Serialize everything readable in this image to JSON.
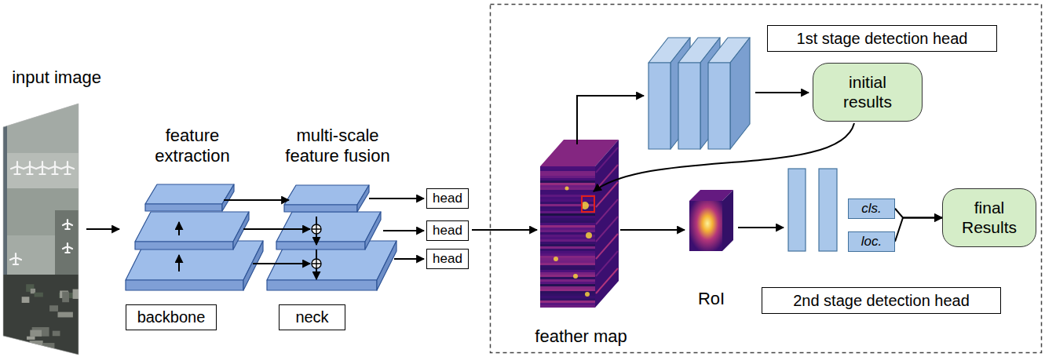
{
  "diagram": {
    "nodes": [
      {
        "text": [
          "backbone"
        ]
      },
      {
        "text": [
          "neck"
        ]
      },
      {
        "text": [
          "head"
        ]
      },
      {
        "text": [
          "head"
        ]
      },
      {
        "text": [
          "head"
        ]
      },
      {
        "text": [
          "1st stage detection head"
        ]
      },
      {
        "text": [
          "initial results"
        ]
      },
      {
        "text": [
          "cls."
        ]
      },
      {
        "text": [
          "loc."
        ]
      },
      {
        "text": [
          "final Results"
        ]
      },
      {
        "text": [
          "2nd stage detection head"
        ]
      }
    ],
    "edges": [
      {
        "from": 7,
        "to": 9,
        "arrow": "to"
      },
      {
        "from": 8,
        "to": 9,
        "arrow": "to"
      }
    ],
    "labels": [
      "input image",
      "feature extraction",
      "multi-scale feature fusion",
      "feather map",
      "RoI"
    ]
  }
}
